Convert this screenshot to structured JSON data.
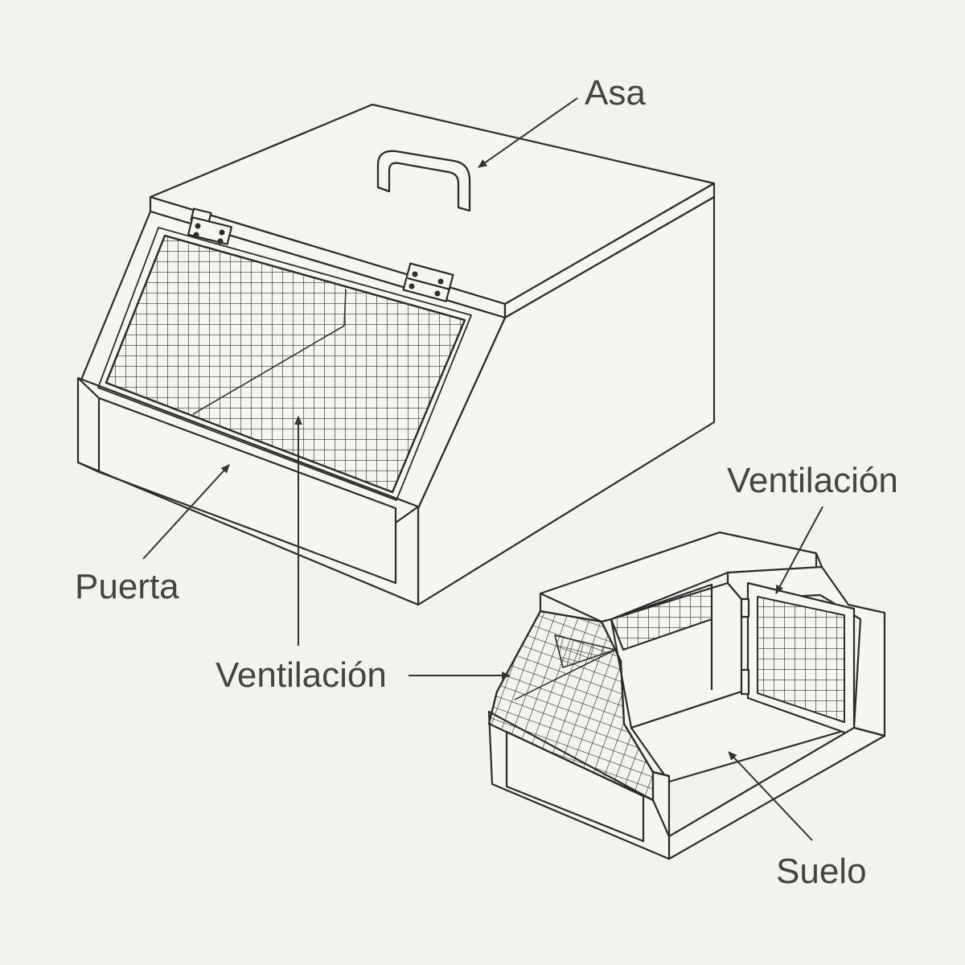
{
  "labels": {
    "asa": "Asa",
    "puerta": "Puerta",
    "ventilacion_center": "Ventilación",
    "ventilacion_right": "Ventilación",
    "suelo": "Suelo"
  },
  "colors": {
    "background": "#f3f3ee",
    "line": "#2b2b2b",
    "text": "#444444"
  }
}
